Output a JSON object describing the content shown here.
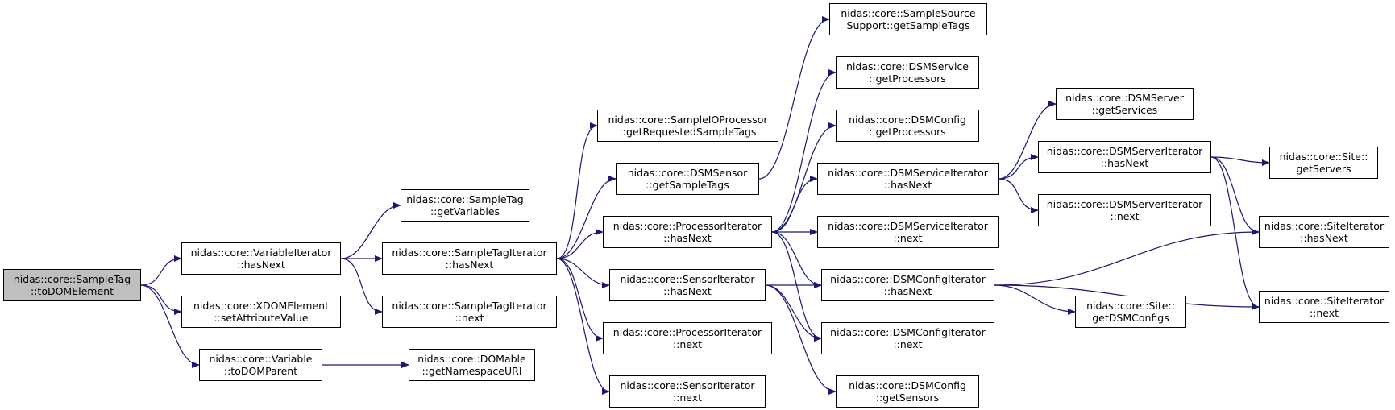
{
  "colors": {
    "edge": "#191970",
    "node_border": "#000000",
    "node_fill": "#ffffff",
    "root_fill": "#bfbfbf"
  },
  "nodes": [
    {
      "id": "root",
      "lines": [
        "nidas::core::SampleTag",
        "::toDOMElement"
      ],
      "root": true
    },
    {
      "id": "vi_hasnext",
      "lines": [
        "nidas::core::VariableIterator",
        "::hasNext"
      ]
    },
    {
      "id": "xdom_setattr",
      "lines": [
        "nidas::core::XDOMElement",
        "::setAttributeValue"
      ]
    },
    {
      "id": "var_todomparent",
      "lines": [
        "nidas::core::Variable",
        "::toDOMParent"
      ]
    },
    {
      "id": "st_getvariables",
      "lines": [
        "nidas::core::SampleTag",
        "::getVariables"
      ]
    },
    {
      "id": "sti_hasnext",
      "lines": [
        "nidas::core::SampleTagIterator",
        "::hasNext"
      ]
    },
    {
      "id": "sti_next",
      "lines": [
        "nidas::core::SampleTagIterator",
        "::next"
      ]
    },
    {
      "id": "domable_ns",
      "lines": [
        "nidas::core::DOMable",
        "::getNamespaceURI"
      ]
    },
    {
      "id": "siop_reqtags",
      "lines": [
        "nidas::core::SampleIOProcessor",
        "::getRequestedSampleTags"
      ]
    },
    {
      "id": "dsmsensor_tags",
      "lines": [
        "nidas::core::DSMSensor",
        "::getSampleTags"
      ]
    },
    {
      "id": "pi_hasnext",
      "lines": [
        "nidas::core::ProcessorIterator",
        "::hasNext"
      ]
    },
    {
      "id": "si_hasnext",
      "lines": [
        "nidas::core::SensorIterator",
        "::hasNext"
      ]
    },
    {
      "id": "pi_next",
      "lines": [
        "nidas::core::ProcessorIterator",
        "::next"
      ]
    },
    {
      "id": "si_next",
      "lines": [
        "nidas::core::SensorIterator",
        "::next"
      ]
    },
    {
      "id": "sss_tags",
      "lines": [
        "nidas::core::SampleSource",
        "Support::getSampleTags"
      ]
    },
    {
      "id": "dsmservice_proc",
      "lines": [
        "nidas::core::DSMService",
        "::getProcessors"
      ]
    },
    {
      "id": "dsmconfig_proc",
      "lines": [
        "nidas::core::DSMConfig",
        "::getProcessors"
      ]
    },
    {
      "id": "dsi_hasnext",
      "lines": [
        "nidas::core::DSMServiceIterator",
        "::hasNext"
      ]
    },
    {
      "id": "dsi_next",
      "lines": [
        "nidas::core::DSMServiceIterator",
        "::next"
      ]
    },
    {
      "id": "dci_hasnext",
      "lines": [
        "nidas::core::DSMConfigIterator",
        "::hasNext"
      ]
    },
    {
      "id": "dci_next",
      "lines": [
        "nidas::core::DSMConfigIterator",
        "::next"
      ]
    },
    {
      "id": "dsmconfig_sensors",
      "lines": [
        "nidas::core::DSMConfig",
        "::getSensors"
      ]
    },
    {
      "id": "dsmserver_services",
      "lines": [
        "nidas::core::DSMServer",
        "::getServices"
      ]
    },
    {
      "id": "dsvi_hasnext",
      "lines": [
        "nidas::core::DSMServerIterator",
        "::hasNext"
      ]
    },
    {
      "id": "dsvi_next",
      "lines": [
        "nidas::core::DSMServerIterator",
        "::next"
      ]
    },
    {
      "id": "site_getdsmconfigs",
      "lines": [
        "nidas::core::Site::",
        "getDSMConfigs"
      ]
    },
    {
      "id": "site_getservers",
      "lines": [
        "nidas::core::Site::",
        "getServers"
      ]
    },
    {
      "id": "siteit_hasnext",
      "lines": [
        "nidas::core::SiteIterator",
        "::hasNext"
      ]
    },
    {
      "id": "siteit_next",
      "lines": [
        "nidas::core::SiteIterator",
        "::next"
      ]
    }
  ],
  "edges": [
    [
      "root",
      "vi_hasnext"
    ],
    [
      "root",
      "xdom_setattr"
    ],
    [
      "root",
      "var_todomparent"
    ],
    [
      "vi_hasnext",
      "st_getvariables"
    ],
    [
      "vi_hasnext",
      "sti_hasnext"
    ],
    [
      "vi_hasnext",
      "sti_next"
    ],
    [
      "var_todomparent",
      "domable_ns"
    ],
    [
      "sti_hasnext",
      "siop_reqtags"
    ],
    [
      "sti_hasnext",
      "dsmsensor_tags"
    ],
    [
      "sti_hasnext",
      "pi_hasnext"
    ],
    [
      "sti_hasnext",
      "si_hasnext"
    ],
    [
      "sti_hasnext",
      "pi_next"
    ],
    [
      "sti_hasnext",
      "si_next"
    ],
    [
      "dsmsensor_tags",
      "sss_tags"
    ],
    [
      "pi_hasnext",
      "dsmservice_proc"
    ],
    [
      "pi_hasnext",
      "dsmconfig_proc"
    ],
    [
      "pi_hasnext",
      "dsi_hasnext"
    ],
    [
      "pi_hasnext",
      "dsi_next"
    ],
    [
      "pi_hasnext",
      "dci_hasnext"
    ],
    [
      "pi_hasnext",
      "dci_next"
    ],
    [
      "si_hasnext",
      "dci_hasnext"
    ],
    [
      "si_hasnext",
      "dci_next"
    ],
    [
      "si_hasnext",
      "dsmconfig_sensors"
    ],
    [
      "dsi_hasnext",
      "dsmserver_services"
    ],
    [
      "dsi_hasnext",
      "dsvi_hasnext"
    ],
    [
      "dsi_hasnext",
      "dsvi_next"
    ],
    [
      "dsvi_hasnext",
      "site_getservers"
    ],
    [
      "dsvi_hasnext",
      "siteit_hasnext"
    ],
    [
      "dsvi_hasnext",
      "siteit_next"
    ],
    [
      "dci_hasnext",
      "siteit_hasnext"
    ],
    [
      "dci_hasnext",
      "site_getdsmconfigs"
    ],
    [
      "dci_hasnext",
      "siteit_next"
    ]
  ]
}
